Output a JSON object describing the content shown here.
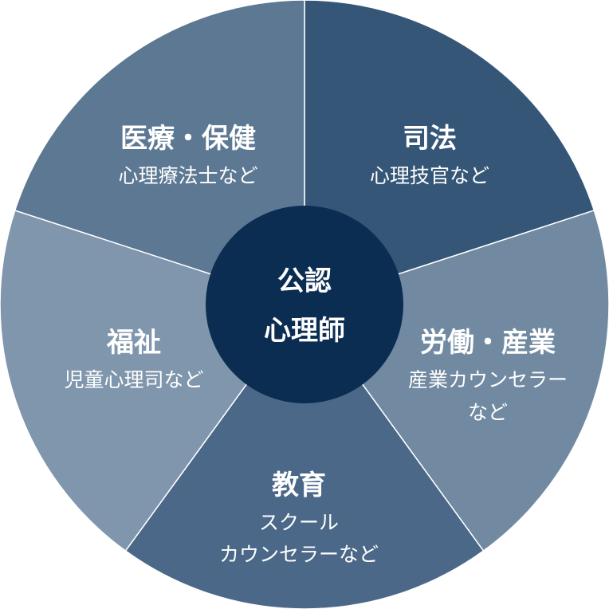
{
  "center": {
    "lines": [
      "公認",
      "心理師"
    ],
    "color": "#0c2d52"
  },
  "segments": [
    {
      "id": "judicial",
      "title": "司法",
      "subtitle_lines": [
        "心理技官など"
      ],
      "color": "#355677"
    },
    {
      "id": "labor",
      "title": "労働・産業",
      "subtitle_lines": [
        "産業カウンセラー",
        "など"
      ],
      "color": "#718aa2"
    },
    {
      "id": "education",
      "title": "教育",
      "subtitle_lines": [
        "スクール",
        "カウンセラーなど"
      ],
      "color": "#4b6888"
    },
    {
      "id": "welfare",
      "title": "福祉",
      "subtitle_lines": [
        "児童心理司など"
      ],
      "color": "#8096ad"
    },
    {
      "id": "medical",
      "title": "医療・保健",
      "subtitle_lines": [
        "心理療法士など"
      ],
      "color": "#5d7893"
    }
  ]
}
